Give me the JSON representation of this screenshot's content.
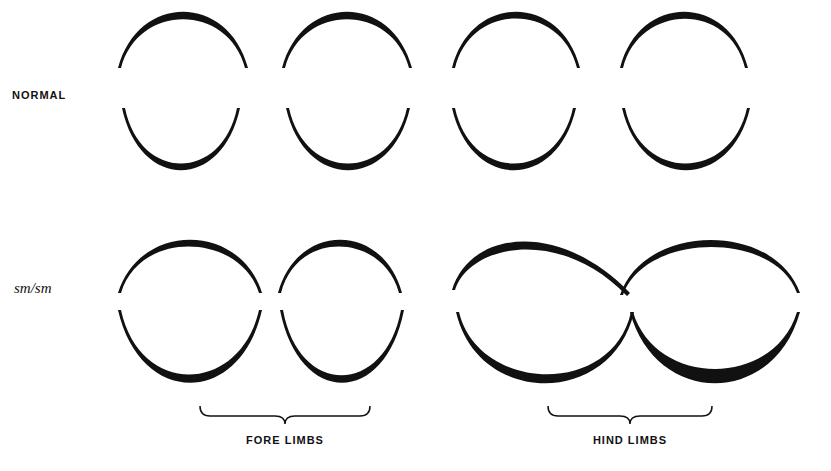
{
  "diagram": {
    "labels": [
      "NORMAL",
      "sm/sm",
      "FORE LIMBS",
      "HIND LIMBS"
    ]
  }
}
